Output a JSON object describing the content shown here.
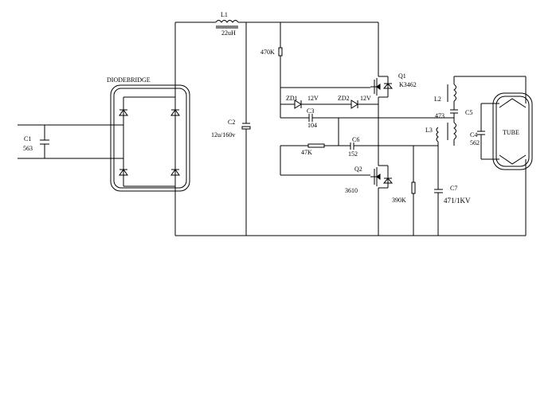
{
  "labels": {
    "c1_name": "C1",
    "c1_value": "563",
    "bridge": "DIODEBRIDGE",
    "l1_name": "L1",
    "l1_value": "22uH",
    "c2_name": "C2",
    "c2_value": "12u/160v",
    "r1_value": "470K",
    "zd1_name": "ZD1",
    "zd1_value": "12V",
    "zd2_name": "ZD2",
    "zd2_value": "12V",
    "c3_name": "C3",
    "c3_value": "104",
    "r2_value": "47K",
    "c6_name": "C6",
    "c6_value": "152",
    "q1_name": "Q1",
    "q1_part": "K3462",
    "q2_name": "Q2",
    "q2_part": "3610",
    "r3_value": "390K",
    "c7_name": "C7",
    "c7_value": "471/1KV",
    "l2_name": "L2",
    "l3_name": "L3",
    "c5_name": "C5",
    "c5_value": "473",
    "c4_name": "C4",
    "c4_value": "562",
    "tube": "TUBE"
  }
}
